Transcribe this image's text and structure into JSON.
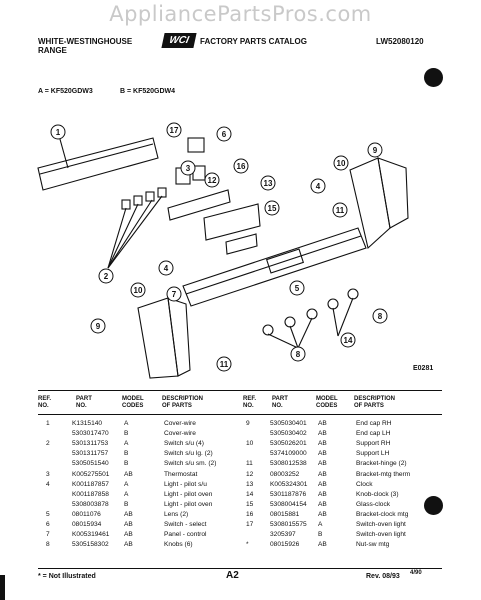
{
  "watermark": "AppliancePartsPros.com",
  "header": {
    "brand_line1": "WHITE-WESTINGHOUSE",
    "brand_line2": "RANGE",
    "logo_text": "WCI",
    "catalog_title": "FACTORY PARTS CATALOG",
    "catalog_number": "LW52080120"
  },
  "models": {
    "a": "A = KF520GDW3",
    "b": "B = KF520GDW4"
  },
  "diagram": {
    "code": "E0281",
    "callouts": [
      "1",
      "17",
      "6",
      "3",
      "12",
      "16",
      "13",
      "2",
      "15",
      "4",
      "10",
      "9",
      "11",
      "4",
      "7",
      "10",
      "5",
      "8",
      "9",
      "11",
      "14",
      "8"
    ]
  },
  "table_headers": {
    "ref": "REF.\nNO.",
    "part": "PART\nNO.",
    "model": "MODEL\nCODES",
    "desc": "DESCRIPTION\nOF PARTS"
  },
  "left_rows": [
    {
      "ref": "1",
      "part": "K1315140",
      "code": "A",
      "desc": "Cover-wire"
    },
    {
      "ref": "",
      "part": "5303017470",
      "code": "B",
      "desc": "Cover-wire"
    },
    {
      "ref": "2",
      "part": "5301311753",
      "code": "A",
      "desc": "Switch s/u (4)"
    },
    {
      "ref": "",
      "part": "5301311757",
      "code": "B",
      "desc": "Switch s/u lg. (2)"
    },
    {
      "ref": "",
      "part": "5305051540",
      "code": "B",
      "desc": "Switch s/u sm. (2)"
    },
    {
      "ref": "3",
      "part": "K005275501",
      "code": "AB",
      "desc": "Thermostat"
    },
    {
      "ref": "4",
      "part": "K001187857",
      "code": "A",
      "desc": "Light - pilot s/u"
    },
    {
      "ref": "",
      "part": "K001187858",
      "code": "A",
      "desc": "Light - pilot oven"
    },
    {
      "ref": "",
      "part": "5308003878",
      "code": "B",
      "desc": "Light - pilot oven"
    },
    {
      "ref": "5",
      "part": "08011076",
      "code": "AB",
      "desc": "Lens (2)"
    },
    {
      "ref": "6",
      "part": "08015934",
      "code": "AB",
      "desc": "Switch - select"
    },
    {
      "ref": "7",
      "part": "K005319461",
      "code": "AB",
      "desc": "Panel - control"
    },
    {
      "ref": "8",
      "part": "5305158302",
      "code": "AB",
      "desc": "Knobs (6)"
    }
  ],
  "right_rows": [
    {
      "ref": "9",
      "part": "5305030401",
      "code": "AB",
      "desc": "End cap RH"
    },
    {
      "ref": "",
      "part": "5305030402",
      "code": "AB",
      "desc": "End cap LH"
    },
    {
      "ref": "10",
      "part": "5305026201",
      "code": "AB",
      "desc": "Support RH"
    },
    {
      "ref": "",
      "part": "5374109000",
      "code": "AB",
      "desc": "Support LH"
    },
    {
      "ref": "11",
      "part": "5308012538",
      "code": "AB",
      "desc": "Bracket-hinge (2)"
    },
    {
      "ref": "12",
      "part": "08003252",
      "code": "AB",
      "desc": "Bracket-mtg therm"
    },
    {
      "ref": "13",
      "part": "K005324301",
      "code": "AB",
      "desc": "Clock"
    },
    {
      "ref": "14",
      "part": "5301187876",
      "code": "AB",
      "desc": "Knob-clock (3)"
    },
    {
      "ref": "15",
      "part": "5308004154",
      "code": "AB",
      "desc": "Glass-clock"
    },
    {
      "ref": "16",
      "part": "08015881",
      "code": "AB",
      "desc": "Bracket-clock mtg"
    },
    {
      "ref": "17",
      "part": "5308015575",
      "code": "A",
      "desc": "Switch-oven light"
    },
    {
      "ref": "",
      "part": "3205397",
      "code": "B",
      "desc": "Switch-oven light"
    },
    {
      "ref": "*",
      "part": "08015926",
      "code": "AB",
      "desc": "Nut-sw mtg"
    }
  ],
  "footer": {
    "note": "* = Not Illustrated",
    "page": "A2",
    "rev": "Rev. 08/93",
    "date": "4/90"
  }
}
